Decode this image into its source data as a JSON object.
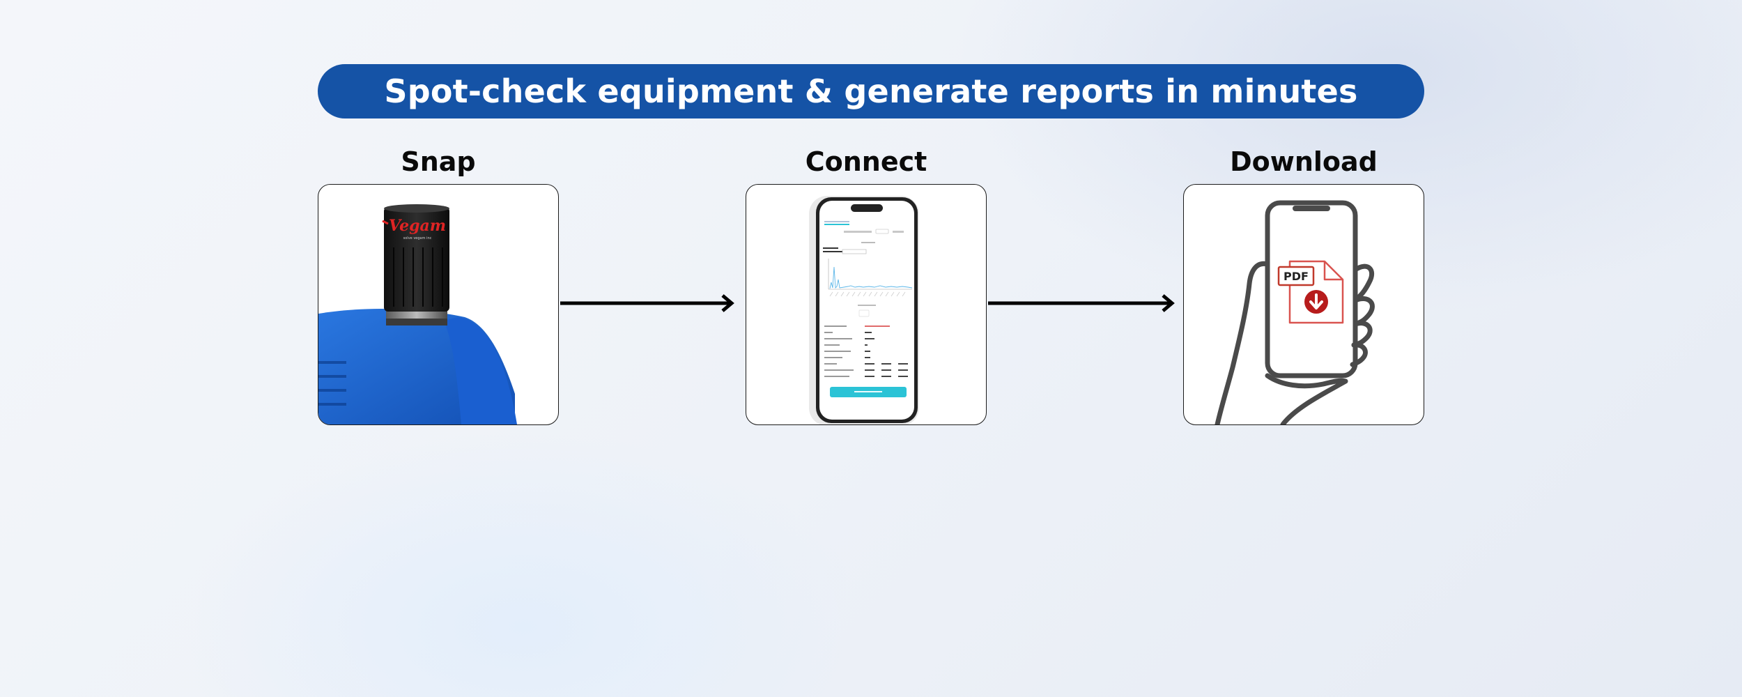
{
  "banner": {
    "title": "Spot-check equipment & generate reports in minutes"
  },
  "steps": [
    {
      "title": "Snap",
      "icon": "vegam-sensor-on-motor"
    },
    {
      "title": "Connect",
      "icon": "phone-with-analysis-app"
    },
    {
      "title": "Download",
      "icon": "hand-holding-phone-pdf-download"
    }
  ],
  "sensor": {
    "brand": "Vegam",
    "tagline": "solve vegam inc"
  },
  "pdf_label": "PDF",
  "colors": {
    "banner": "#1553a6",
    "brand_red": "#d32f2f",
    "motor_blue": "#1e66d0",
    "app_accent": "#2bc3d6"
  }
}
